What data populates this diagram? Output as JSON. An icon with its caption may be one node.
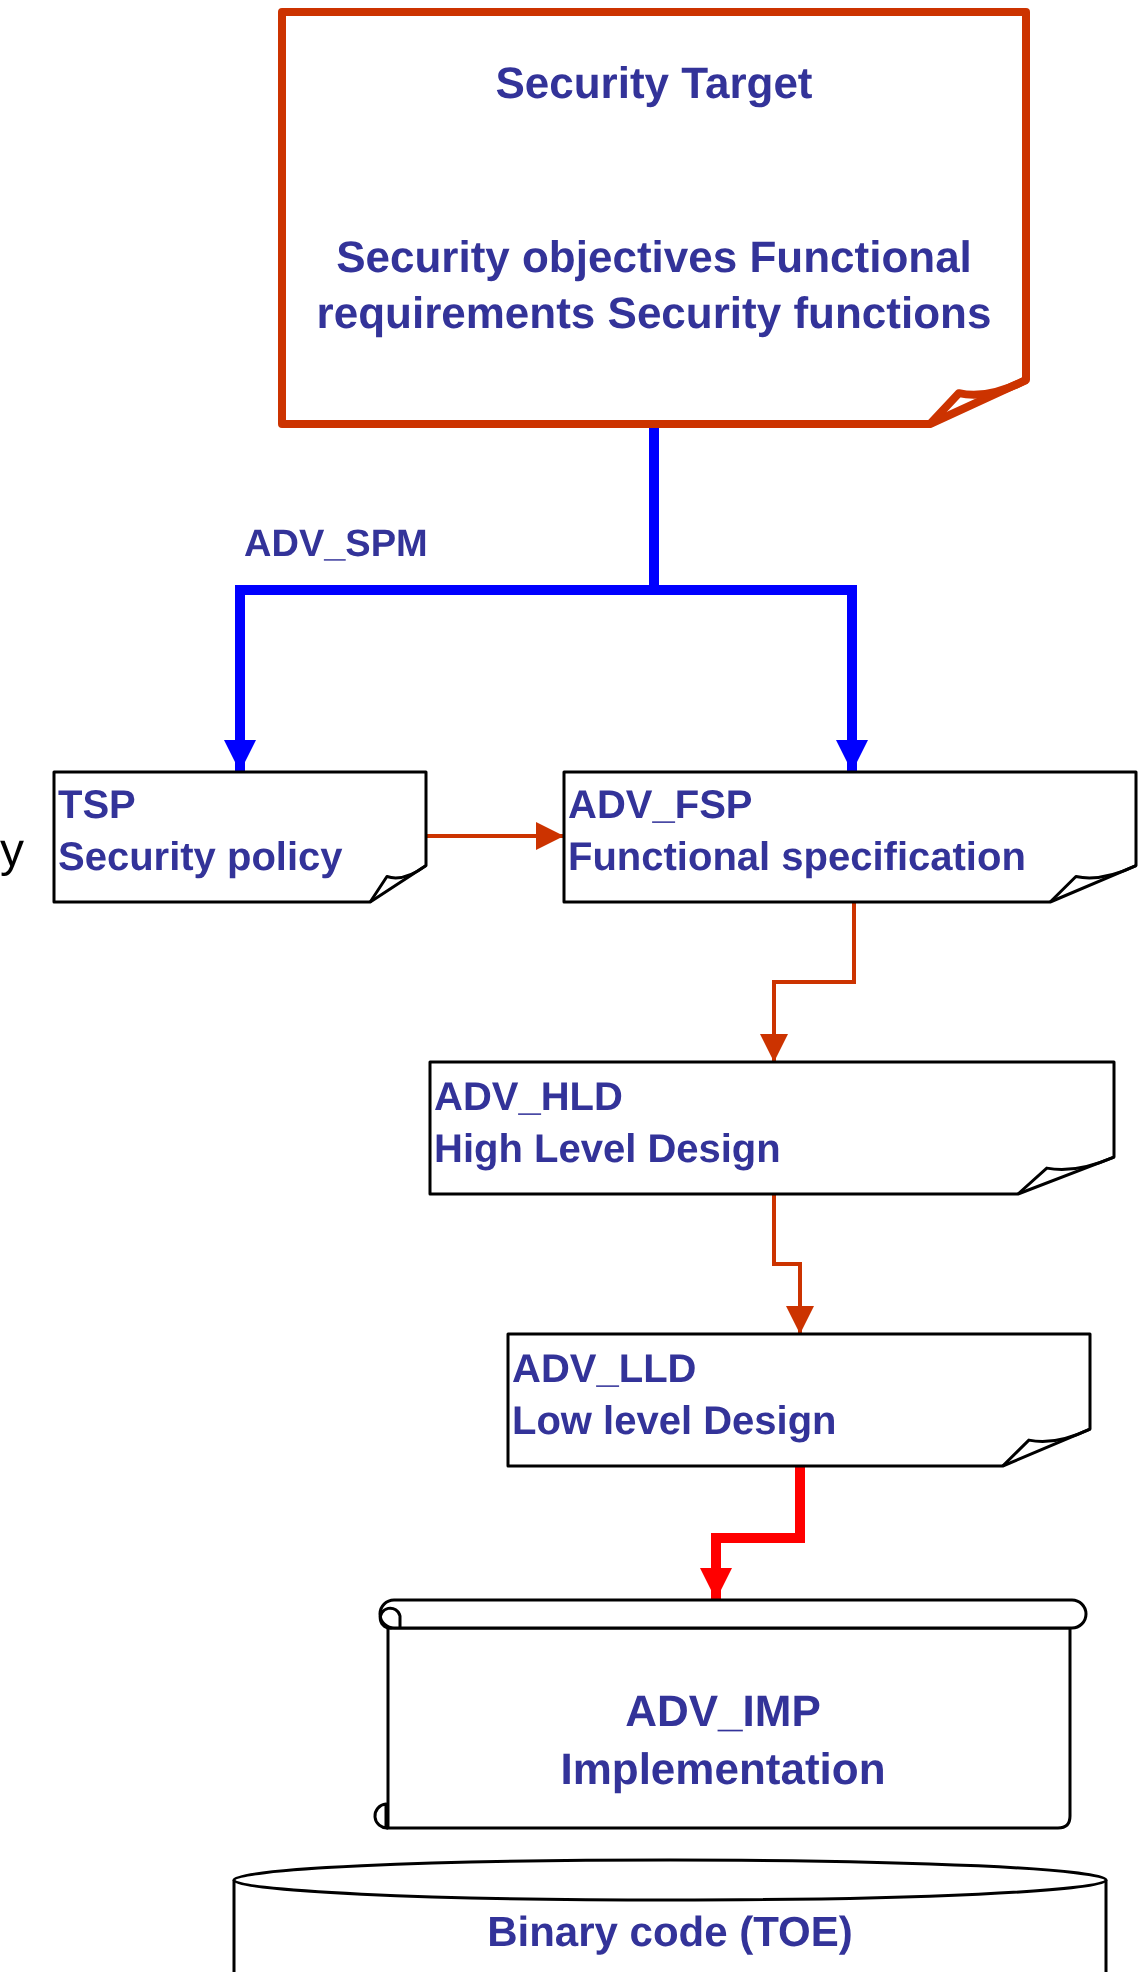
{
  "diagram": {
    "nodes": [
      {
        "text": [
          "Security Target",
          "Security objectives Functional requirements Security functions"
        ]
      },
      {
        "text": [
          "TSP",
          "Security policy"
        ]
      },
      {
        "text": [
          "ADV_FSP",
          "Functional specification"
        ]
      },
      {
        "text": [
          "ADV_HLD",
          "High Level Design"
        ]
      },
      {
        "text": [
          "ADV_LLD",
          "Low level Design"
        ]
      },
      {
        "text": [
          "ADV_IMP",
          "Implementation"
        ]
      },
      {
        "text": [
          "Binary code (TOE)"
        ]
      }
    ],
    "edges": [
      {
        "from": 0,
        "to": 1,
        "arrow": "to",
        "label": "ADV_SPM",
        "style": "thick",
        "color": "#0000ff"
      },
      {
        "from": 0,
        "to": 2,
        "arrow": "to",
        "style": "thick",
        "color": "#0000ff"
      },
      {
        "from": 1,
        "to": 2,
        "arrow": "to"
      },
      {
        "from": 2,
        "to": 3,
        "arrow": "to"
      },
      {
        "from": 3,
        "to": 4,
        "arrow": "to"
      },
      {
        "from": 4,
        "to": 5,
        "arrow": "to",
        "style": "thick",
        "color": "#ff0000"
      }
    ],
    "labels": [
      "y"
    ]
  }
}
